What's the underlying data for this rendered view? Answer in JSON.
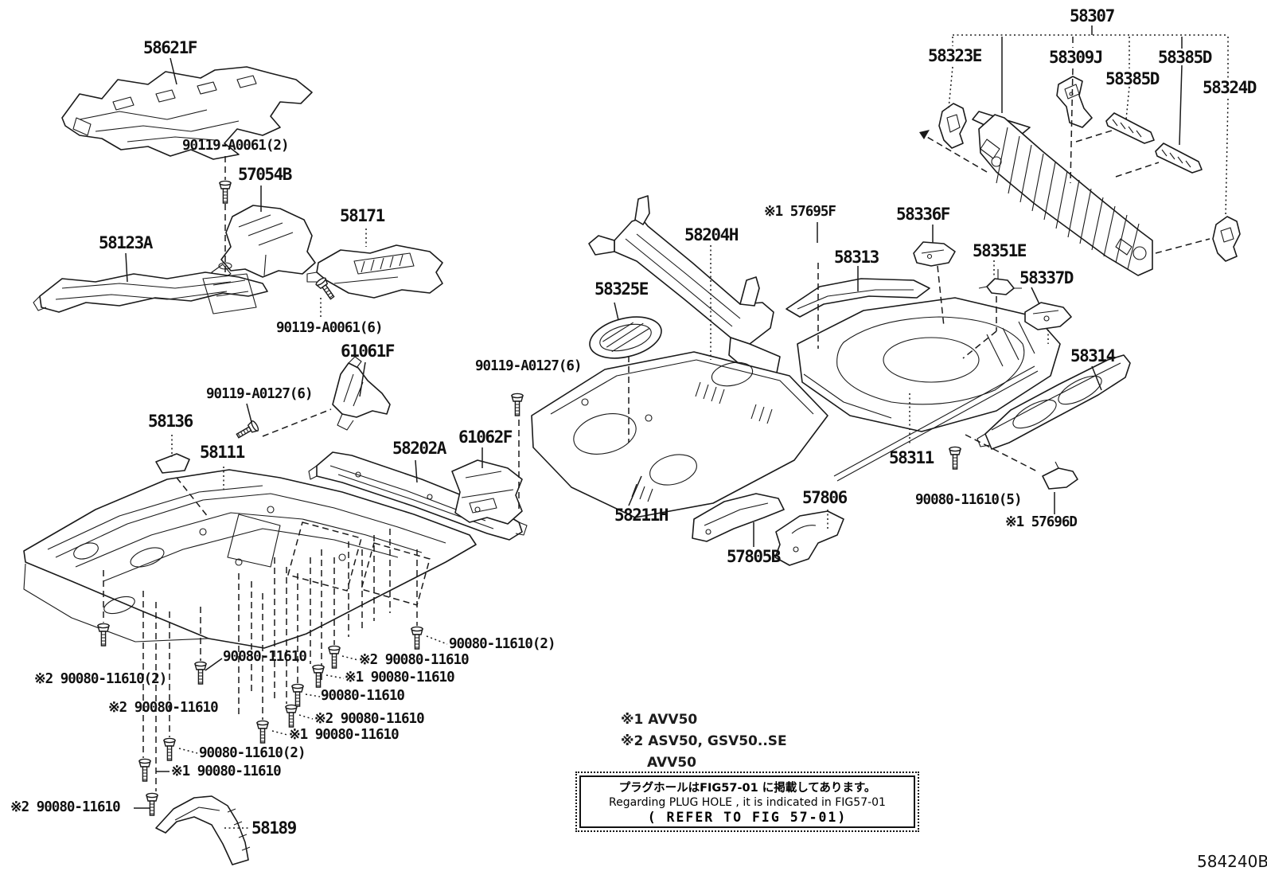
{
  "colors": {
    "line": "#1a1a1a",
    "background": "#ffffff"
  },
  "drawing_code": "584240B",
  "notes": [
    "※1 AVV50",
    "※2 ASV50, GSV50..SE",
    "AVV50"
  ],
  "info_box": {
    "jp": "プラグホールはFIG57-01 に掲載してあります。",
    "en": "Regarding PLUG HOLE , it is indicated in FIG57-01",
    "ref": "( REFER TO FIG 57-01)"
  },
  "labels": [
    {
      "text": "58621F"
    },
    {
      "text": "57054B"
    },
    {
      "text": "58171"
    },
    {
      "text": "58123A"
    },
    {
      "text": "61061F"
    },
    {
      "text": "58136"
    },
    {
      "text": "58111"
    },
    {
      "text": "58202A"
    },
    {
      "text": "61062F"
    },
    {
      "text": "58325E"
    },
    {
      "text": "58204H"
    },
    {
      "text": "58313"
    },
    {
      "text": "58336F"
    },
    {
      "text": "58351E"
    },
    {
      "text": "58337D"
    },
    {
      "text": "58307"
    },
    {
      "text": "58323E"
    },
    {
      "text": "58309J"
    },
    {
      "text": "58385D"
    },
    {
      "text": "58385D"
    },
    {
      "text": "58324D"
    },
    {
      "text": "58314"
    },
    {
      "text": "58311"
    },
    {
      "text": "58211H"
    },
    {
      "text": "57806"
    },
    {
      "text": "57805B"
    },
    {
      "text": "58189"
    },
    {
      "text": "90119-A0061(2)"
    },
    {
      "text": "90119-A0061(6)"
    },
    {
      "text": "90119-A0127(6)"
    },
    {
      "text": "90119-A0127(6)"
    },
    {
      "text": "90080-11610(5)"
    },
    {
      "text": "※1 57695F"
    },
    {
      "text": "※1 57696D"
    },
    {
      "text": "90080-11610(2)"
    },
    {
      "text": "※2 90080-11610"
    },
    {
      "text": "※1 90080-11610"
    },
    {
      "text": "90080-11610"
    },
    {
      "text": "※2 90080-11610"
    },
    {
      "text": "※1 90080-11610"
    },
    {
      "text": "90080-11610"
    },
    {
      "text": "※2 90080-11610(2)"
    },
    {
      "text": "※2 90080-11610"
    },
    {
      "text": "90080-11610(2)"
    },
    {
      "text": "※1 90080-11610"
    },
    {
      "text": "※2 90080-11610"
    }
  ]
}
